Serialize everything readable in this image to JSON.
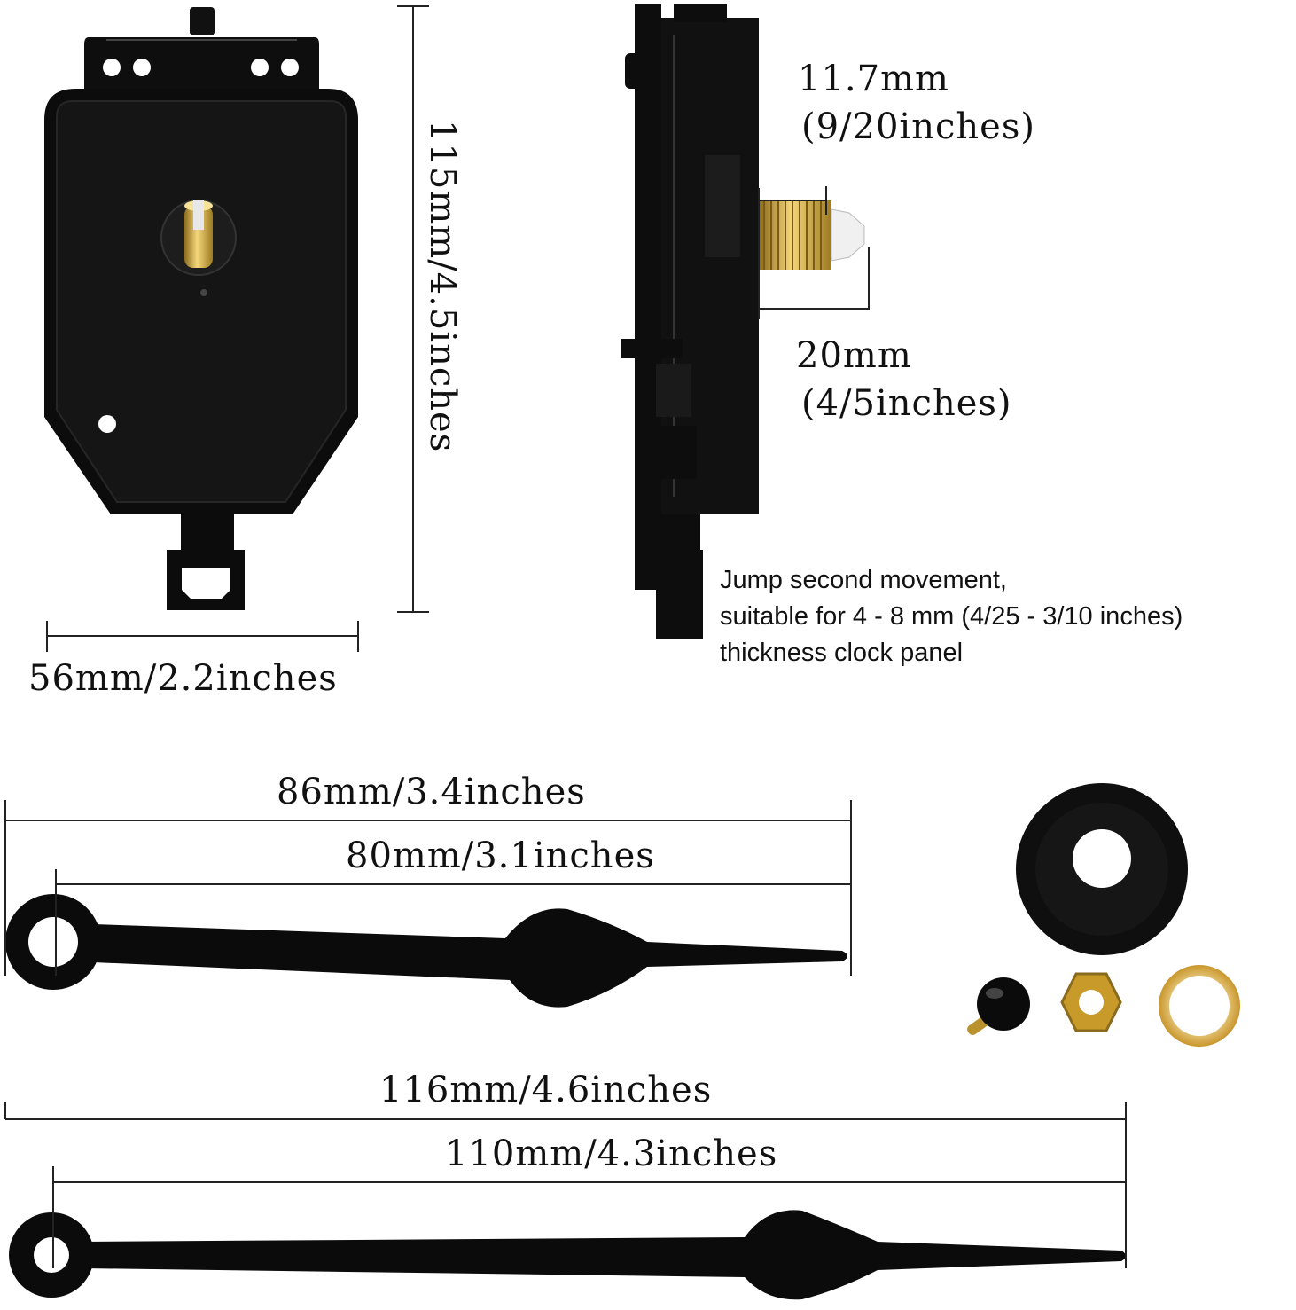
{
  "movement": {
    "height_label": "115mm/4.5inches",
    "width_label": "56mm/2.2inches",
    "shaft_thread_label_mm": "11.7mm",
    "shaft_thread_label_in": "(9/20inches)",
    "shaft_total_label_mm": "20mm",
    "shaft_total_label_in": "(4/5inches)",
    "note_lines": [
      "Jump second movement,",
      "suitable for 4 - 8 mm (4/25 - 3/10 inches)",
      "thickness clock panel"
    ]
  },
  "hour_hand": {
    "total_label": "86mm/3.4inches",
    "center_label": "80mm/3.1inches"
  },
  "minute_hand": {
    "total_label": "116mm/4.6inches",
    "center_label": "110mm/4.3inches"
  },
  "colors": {
    "part_black": "#0d0d0d",
    "brass": "#d4a93a",
    "dim_line": "#222222"
  }
}
